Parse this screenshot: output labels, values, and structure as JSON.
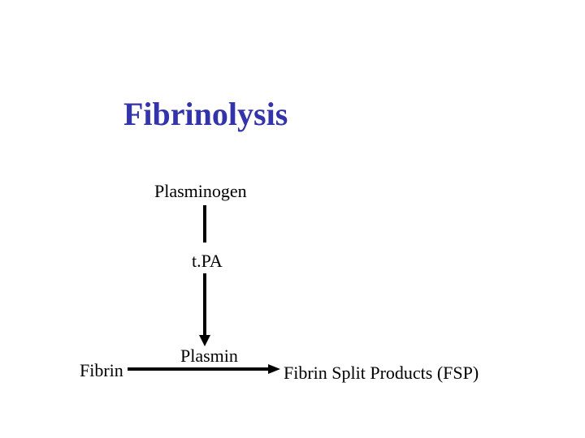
{
  "title": "Fibrinolysis",
  "nodes": {
    "plasminogen": "Plasminogen",
    "tpa": "t.PA",
    "plasmin": "Plasmin",
    "fibrin": "Fibrin",
    "fsp": "Fibrin Split Products (FSP)"
  },
  "colors": {
    "title": "#3333aa",
    "text": "#000000",
    "arrows": "#000000"
  }
}
